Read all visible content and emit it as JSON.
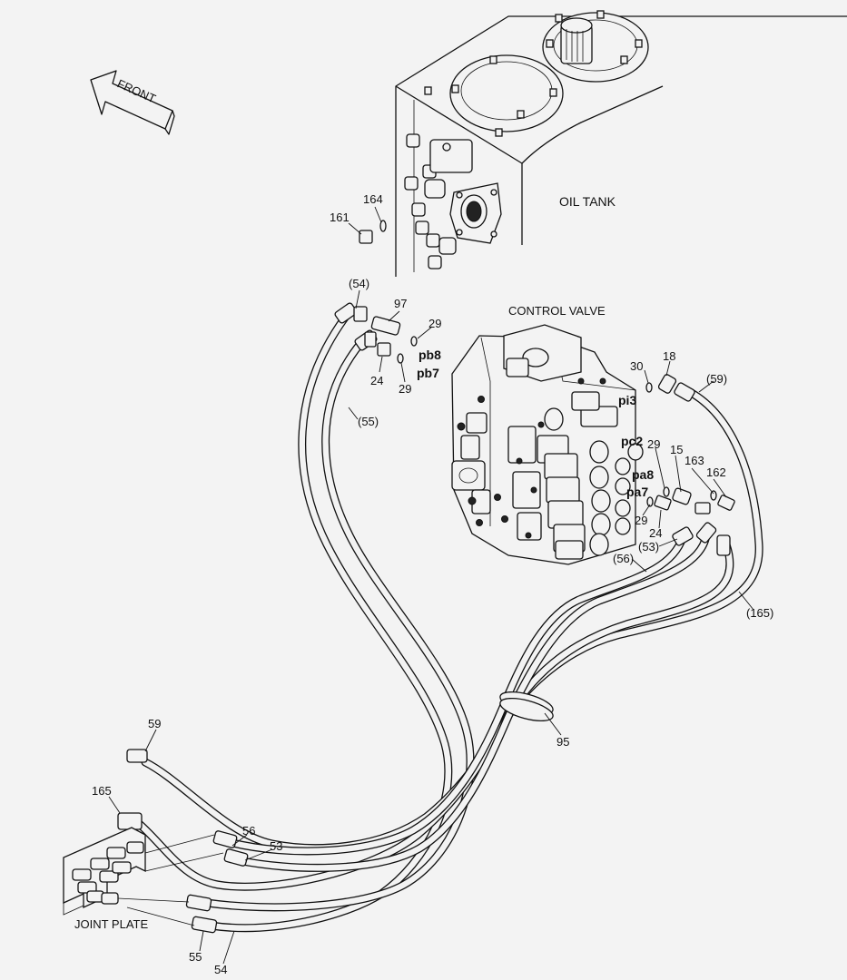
{
  "diagram": {
    "front_label": "FRONT",
    "assemblies": {
      "oil_tank": "OIL TANK",
      "control_valve": "CONTROL VALVE",
      "joint_plate": "JOINT PLATE"
    },
    "ports": {
      "pb8": "pb8",
      "pb7": "pb7",
      "pi3": "pi3",
      "pc2": "pc2",
      "pa8": "pa8",
      "pa7": "pa7"
    },
    "callouts": {
      "c164": "164",
      "c161": "161",
      "c54_paren": "(54)",
      "c97": "97",
      "c29_a": "29",
      "c24_a": "24",
      "c29_b": "29",
      "c55_paren": "(55)",
      "c30": "30",
      "c18": "18",
      "c59_paren": "(59)",
      "c29_c": "29",
      "c15": "15",
      "c163": "163",
      "c162": "162",
      "c29_d": "29",
      "c24_b": "24",
      "c53_paren": "(53)",
      "c56_paren": "(56)",
      "c165_paren": "(165)",
      "c95": "95",
      "c59": "59",
      "c165": "165",
      "c56": "56",
      "c53": "53",
      "c55": "55",
      "c54": "54"
    }
  }
}
